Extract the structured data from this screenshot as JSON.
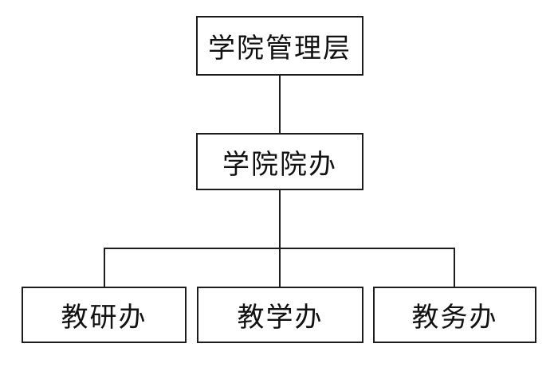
{
  "diagram": {
    "type": "org-chart",
    "background_color": "#ffffff",
    "line_color": "#1d1d1d",
    "nodes": {
      "root": {
        "label": "学院管理层"
      },
      "office": {
        "label": "学院院办"
      },
      "child1": {
        "label": "教研办"
      },
      "child2": {
        "label": "教学办"
      },
      "child3": {
        "label": "教务办"
      }
    },
    "edges": [
      {
        "from": "学院管理层",
        "to": "学院院办"
      },
      {
        "from": "学院院办",
        "to": "教研办"
      },
      {
        "from": "学院院办",
        "to": "教学办"
      },
      {
        "from": "学院院办",
        "to": "教务办"
      }
    ]
  }
}
